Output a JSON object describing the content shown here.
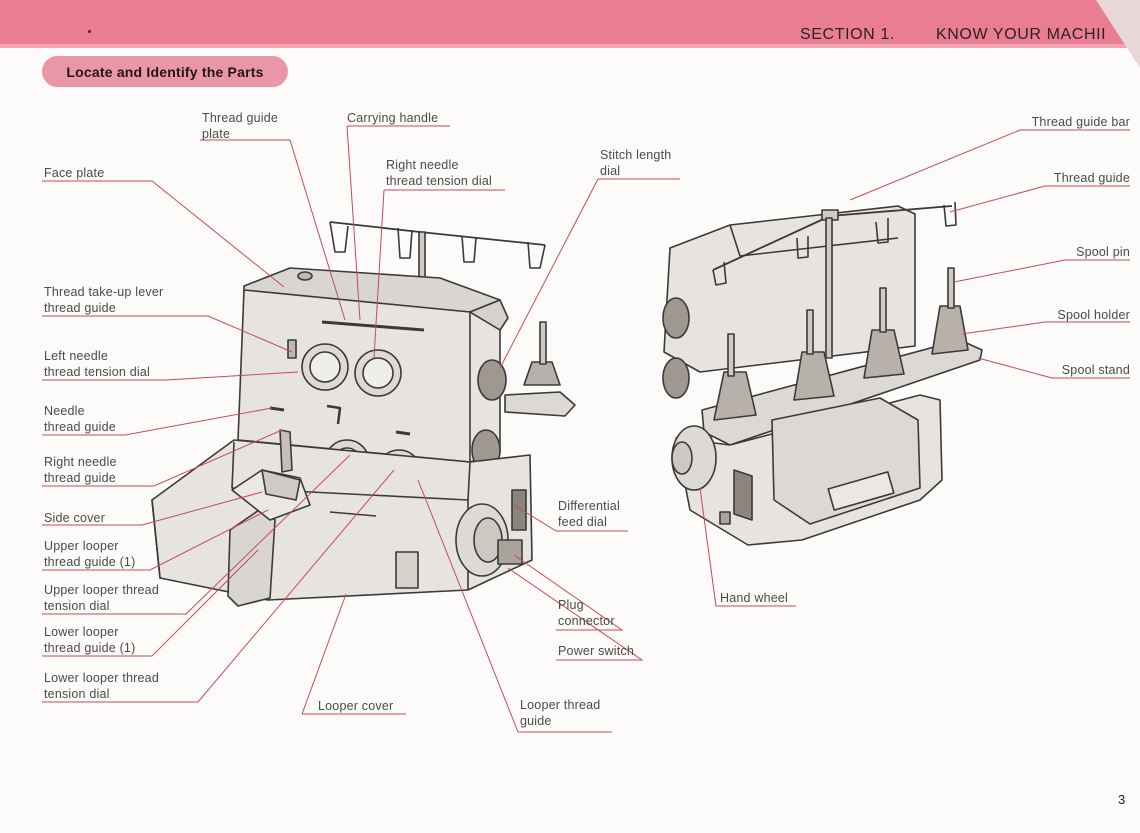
{
  "header": {
    "section_number": "SECTION 1.",
    "section_title": "KNOW YOUR MACHII"
  },
  "heading": "Locate and Identify the Parts",
  "labels_left": {
    "thread_guide_plate": [
      "Thread guide",
      "plate"
    ],
    "carrying_handle": [
      "Carrying handle"
    ],
    "right_needle_tension": [
      "Right needle",
      "thread tension dial"
    ],
    "stitch_length_dial": [
      "Stitch length",
      "dial"
    ],
    "face_plate": [
      "Face plate"
    ],
    "takeup_lever_guide": [
      "Thread take-up lever",
      "thread guide"
    ],
    "left_needle_tension": [
      "Left needle",
      "thread tension dial"
    ],
    "needle_thread_guide": [
      "Needle",
      "thread guide"
    ],
    "right_needle_guide": [
      "Right needle",
      "thread guide"
    ],
    "side_cover": [
      "Side cover"
    ],
    "upper_looper_guide": [
      "Upper looper",
      "thread guide (1)"
    ],
    "upper_looper_tension": [
      "Upper looper thread",
      "tension dial"
    ],
    "lower_looper_guide": [
      "Lower looper",
      "thread guide (1)"
    ],
    "lower_looper_tension": [
      "Lower looper thread",
      "tension dial"
    ],
    "differential_feed": [
      "Differential",
      "feed dial"
    ],
    "plug_connector": [
      "Plug",
      "connector"
    ],
    "power_switch": [
      "Power switch"
    ],
    "looper_cover": [
      "Looper cover"
    ],
    "looper_thread_guide": [
      "Looper thread",
      "guide"
    ]
  },
  "labels_right": {
    "hand_wheel": [
      "Hand wheel"
    ],
    "thread_guide_bar": [
      "Thread guide bar"
    ],
    "thread_guide": [
      "Thread guide"
    ],
    "spool_pin": [
      "Spool pin"
    ],
    "spool_holder": [
      "Spool holder"
    ],
    "spool_stand": [
      "Spool stand"
    ]
  },
  "page_number": "3",
  "colors": {
    "header_band": "#e97d92",
    "pill": "#e997a8",
    "leader_line": "#c9485e",
    "machine_fill": "#e7e4e0",
    "machine_stroke": "#3a3a3a"
  }
}
